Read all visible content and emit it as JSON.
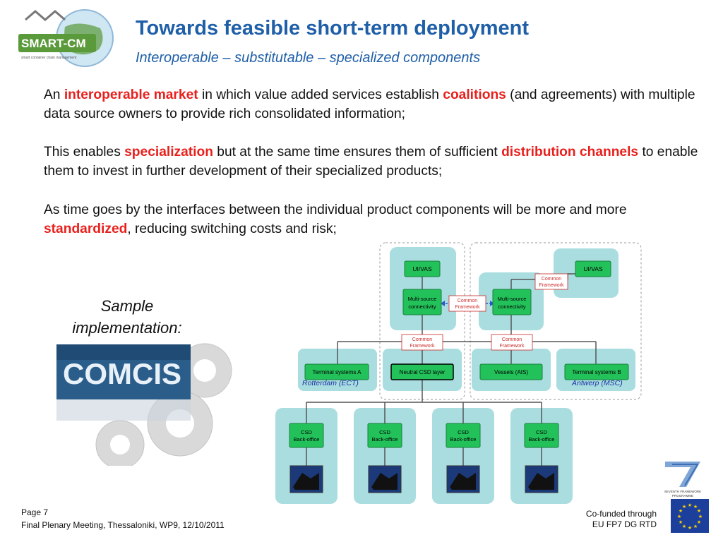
{
  "header": {
    "title": "Towards feasible short-term deployment",
    "subtitle": "Interoperable – substitutable – specialized components",
    "logo_text": "SMART-CM",
    "logo_tagline": "smart container chain management"
  },
  "body": {
    "p1": {
      "t1": "An ",
      "h1": "interoperable market",
      "t2": " in which value added services establish ",
      "h2": "coalitions",
      "t3": " (and agreements) with multiple data source owners to provide rich consolidated information;"
    },
    "p2": {
      "t1": "This enables ",
      "h1": "specialization",
      "t2": " but at the same time ensures them of sufficient ",
      "h2": "distribution channels",
      "t3": " to enable them to invest in further development of their specialized products;"
    },
    "p3": {
      "t1": "As time goes by the interfaces between the individual product components will be more and more ",
      "h1": "standardized",
      "t2": ", reducing switching costs and risk;"
    },
    "sample_label": "Sample implementation:",
    "comcis_text": "COMCIS"
  },
  "diagram": {
    "uivas_left": "UI/VAS",
    "uivas_right": "UI/VAS",
    "multisource_left_1": "Multi-source",
    "multisource_left_2": "connectivity",
    "multisource_right_1": "Multi-source",
    "multisource_right_2": "connectivity",
    "cf_top_1": "Common",
    "cf_top_2": "Framework",
    "cf_mid_1": "Common",
    "cf_mid_2": "Framework",
    "cf_bl_1": "Common",
    "cf_bl_2": "Framework",
    "cf_br_1": "Common",
    "cf_br_2": "Framework",
    "terminal_a": "Terminal systems A",
    "neutral_csd": "Neutral CSD layer",
    "vessels": "Vessels (AIS)",
    "terminal_b": "Terminal systems B",
    "rotterdam": "Rotterdam (ECT)",
    "antwerp": "Antwerp (MSC)",
    "csd_1": "CSD",
    "csd_2": "Back-office"
  },
  "footer": {
    "page": "Page 7",
    "meeting": "Final Plenary Meeting, Thessaloniki, WP9, 12/10/2011",
    "cofunded_1": "Co-funded through",
    "cofunded_2": "EU FP7 DG RTD",
    "fp7_text_1": "SEVENTH FRAMEWORK",
    "fp7_text_2": "PROGRAMME"
  },
  "colors": {
    "title_blue": "#1f5fa8",
    "highlight_red": "#e8201d",
    "panel_teal": "#a9dde0",
    "box_green": "#23c15a",
    "cf_red": "#cc2a2a"
  }
}
